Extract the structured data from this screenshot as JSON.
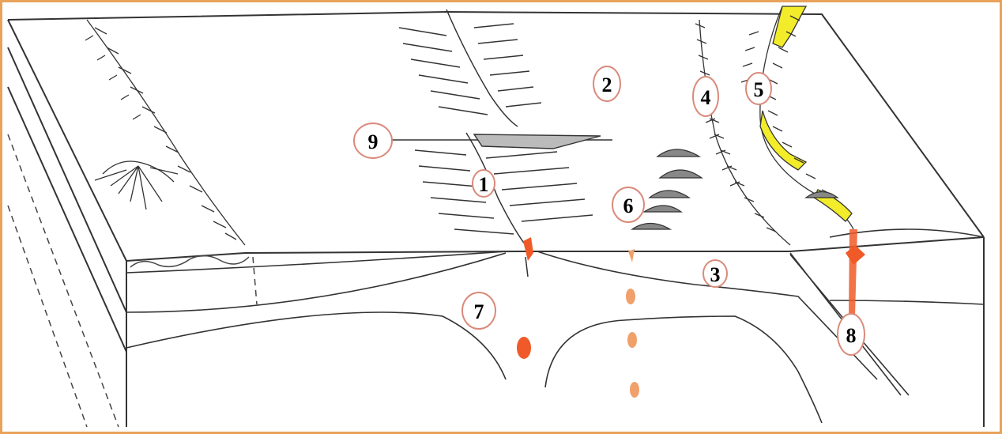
{
  "colors": {
    "border": "#e8a25a",
    "label_ring": "#d98a7a",
    "magma": "#f05a28",
    "magma_light": "#f0a06a",
    "sediment": "#f2ec2a",
    "ink": "#333333"
  },
  "labels": {
    "l1": "1",
    "l2": "2",
    "l3": "3",
    "l4": "4",
    "l5": "5",
    "l6": "6",
    "l7": "7",
    "l8": "8",
    "l9": "9"
  }
}
